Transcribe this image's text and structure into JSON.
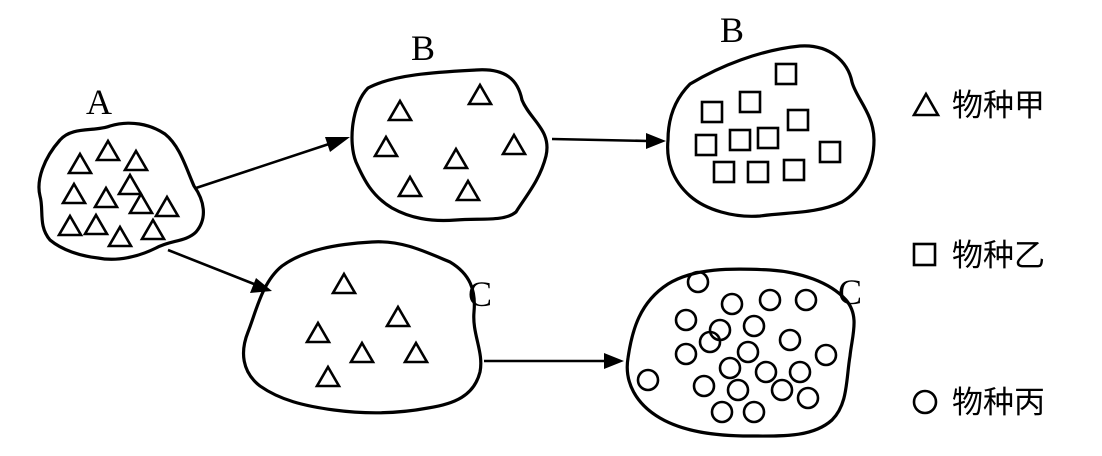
{
  "labels": {
    "A": "A",
    "B_top": "B",
    "B_right": "B",
    "C_bottom": "C",
    "C_right": "C"
  },
  "legend": {
    "jia": {
      "icon": "triangle-icon",
      "label": "物种甲"
    },
    "yi": {
      "icon": "square-icon",
      "label": "物种乙"
    },
    "bing": {
      "icon": "circle-icon",
      "label": "物种丙"
    }
  },
  "colors": {
    "ink": "#000000",
    "paper": "#ffffff"
  }
}
